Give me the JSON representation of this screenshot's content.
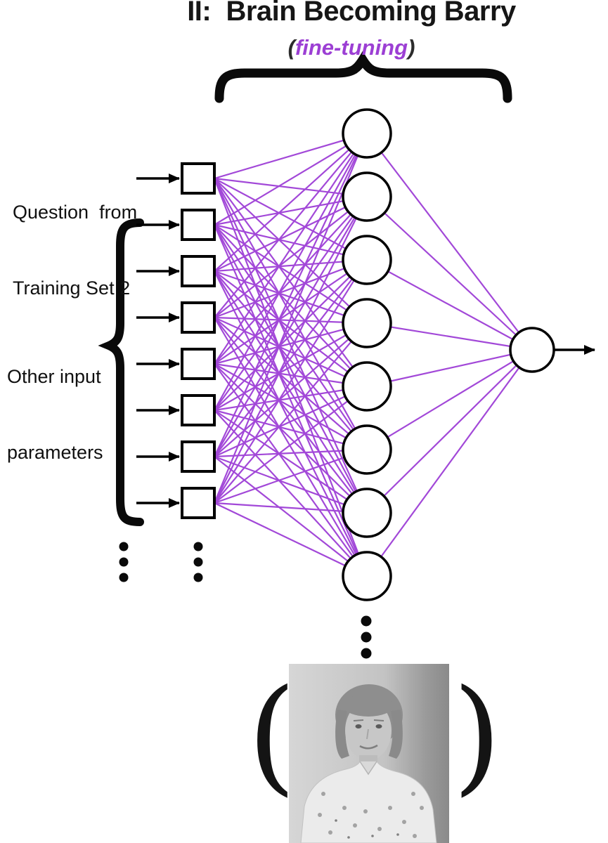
{
  "title": "II:  Brain Becoming Barry",
  "subtitle": {
    "open": "(",
    "label": "fine-tuning",
    "close": ")"
  },
  "labels": {
    "question": {
      "line1": "Question  from",
      "line2": "Training Set 2"
    },
    "other": {
      "line1": "Other input",
      "line2": "parameters"
    }
  },
  "network": {
    "layers": [
      {
        "name": "input",
        "shape": "square",
        "count": 8
      },
      {
        "name": "hidden",
        "shape": "circle",
        "count": 8
      },
      {
        "name": "output",
        "shape": "circle",
        "count": 1
      }
    ],
    "fully_connected": true,
    "edge_color": "#a248d8",
    "node_fill": "#ffffff",
    "node_stroke": "#000000"
  },
  "colors": {
    "accent_purple": "#9c3fd4",
    "ink": "#111111"
  },
  "photo_parens": {
    "left": "(",
    "right": ")"
  }
}
